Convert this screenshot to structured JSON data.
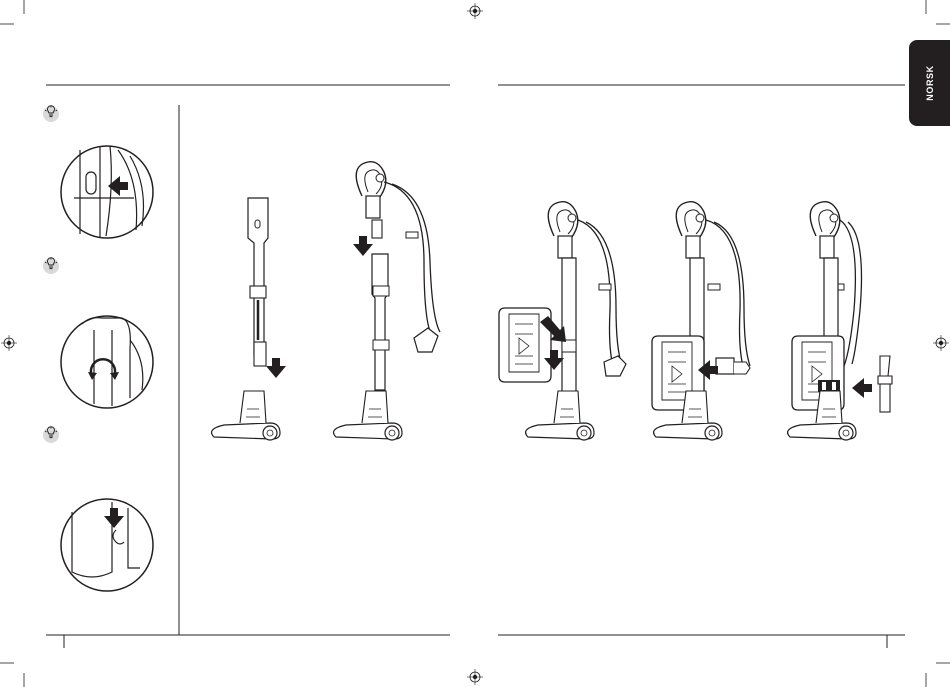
{
  "language_tab": {
    "label": "NORSK"
  },
  "sidebar": {
    "tips": [
      {
        "icon": "lightbulb-icon",
        "detail": "hose-clip-push-arrow"
      },
      {
        "icon": "lightbulb-icon",
        "detail": "wand-release-rotate-arrow"
      },
      {
        "icon": "lightbulb-icon",
        "detail": "latch-press-down-arrow"
      }
    ]
  },
  "left_page": {
    "steps": [
      {
        "figure": "insert-wand-into-floor-nozzle"
      },
      {
        "figure": "attach-handle-to-wand"
      }
    ]
  },
  "right_page": {
    "steps": [
      {
        "figure": "attach-pod-to-wand"
      },
      {
        "figure": "connect-hose-to-pod"
      },
      {
        "figure": "attach-crevice-tool"
      }
    ]
  },
  "colors": {
    "ink": "#231f20",
    "rule": "#231f20",
    "tab_bg": "#231f20",
    "tab_text": "#ffffff"
  }
}
